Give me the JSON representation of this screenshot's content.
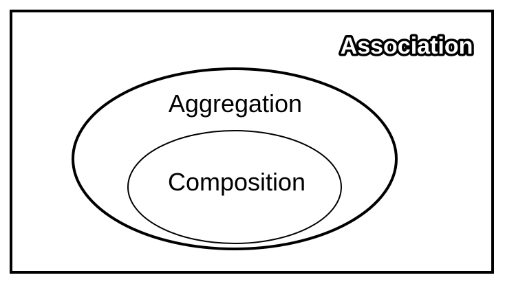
{
  "diagram": {
    "type": "nested-sets",
    "outer_set": {
      "label": "Association"
    },
    "middle_set": {
      "label": "Aggregation"
    },
    "inner_set": {
      "label": "Composition"
    }
  },
  "colors": {
    "stroke": "#000000",
    "background": "#ffffff"
  }
}
